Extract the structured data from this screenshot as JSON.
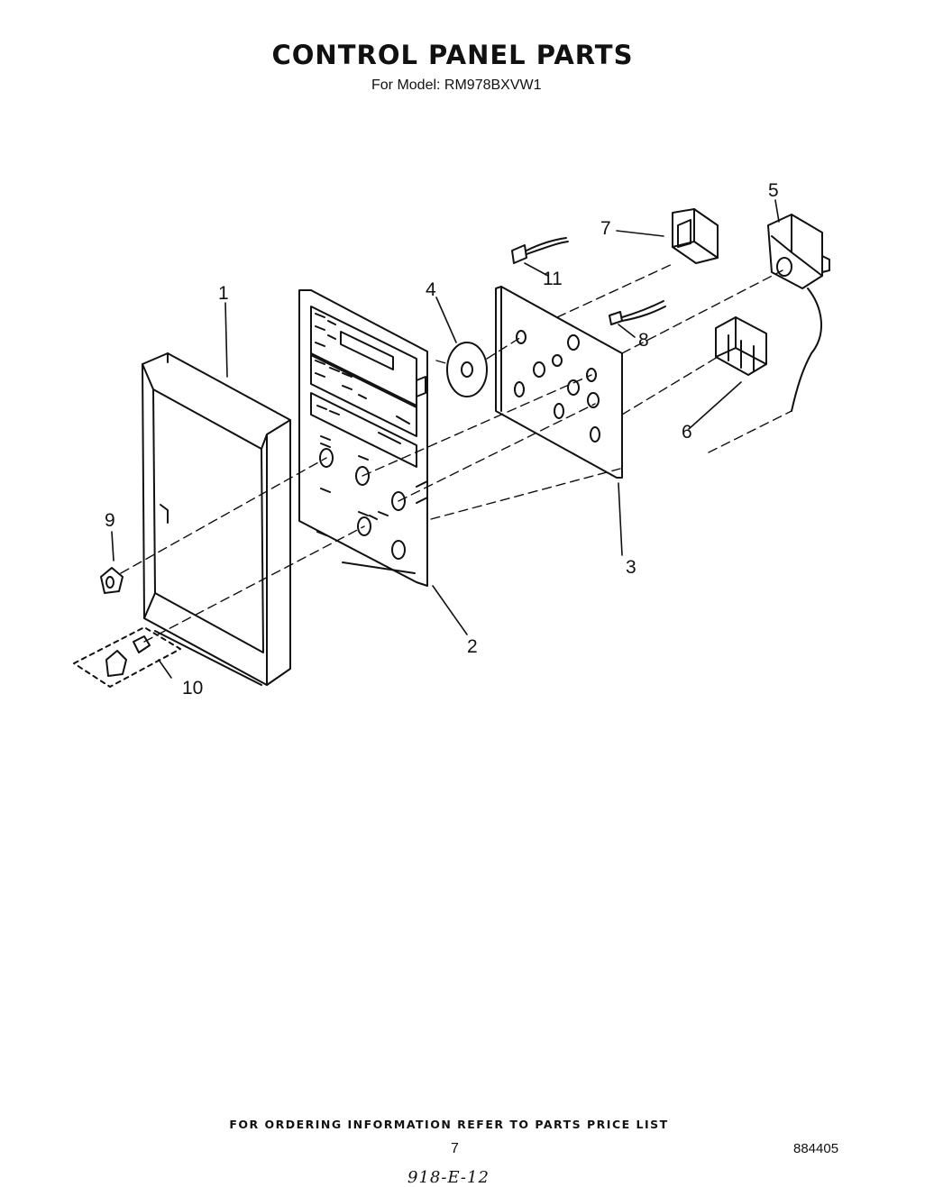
{
  "header": {
    "title": "CONTROL PANEL PARTS",
    "subtitle": "For Model: RM978BXVW1"
  },
  "callouts": [
    {
      "id": "1",
      "label": "1"
    },
    {
      "id": "2",
      "label": "2"
    },
    {
      "id": "3",
      "label": "3"
    },
    {
      "id": "4",
      "label": "4"
    },
    {
      "id": "5",
      "label": "5"
    },
    {
      "id": "6",
      "label": "6"
    },
    {
      "id": "7",
      "label": "7"
    },
    {
      "id": "8",
      "label": "8"
    },
    {
      "id": "9",
      "label": "9"
    },
    {
      "id": "10",
      "label": "10"
    },
    {
      "id": "11",
      "label": "11"
    }
  ],
  "footer": {
    "ordering_note": "FOR ORDERING INFORMATION REFER TO PARTS PRICE LIST",
    "page_number": "7",
    "document_number": "884405",
    "handwritten_note": "918-E-12"
  },
  "colors": {
    "ink": "#111111",
    "paper": "#ffffff"
  }
}
